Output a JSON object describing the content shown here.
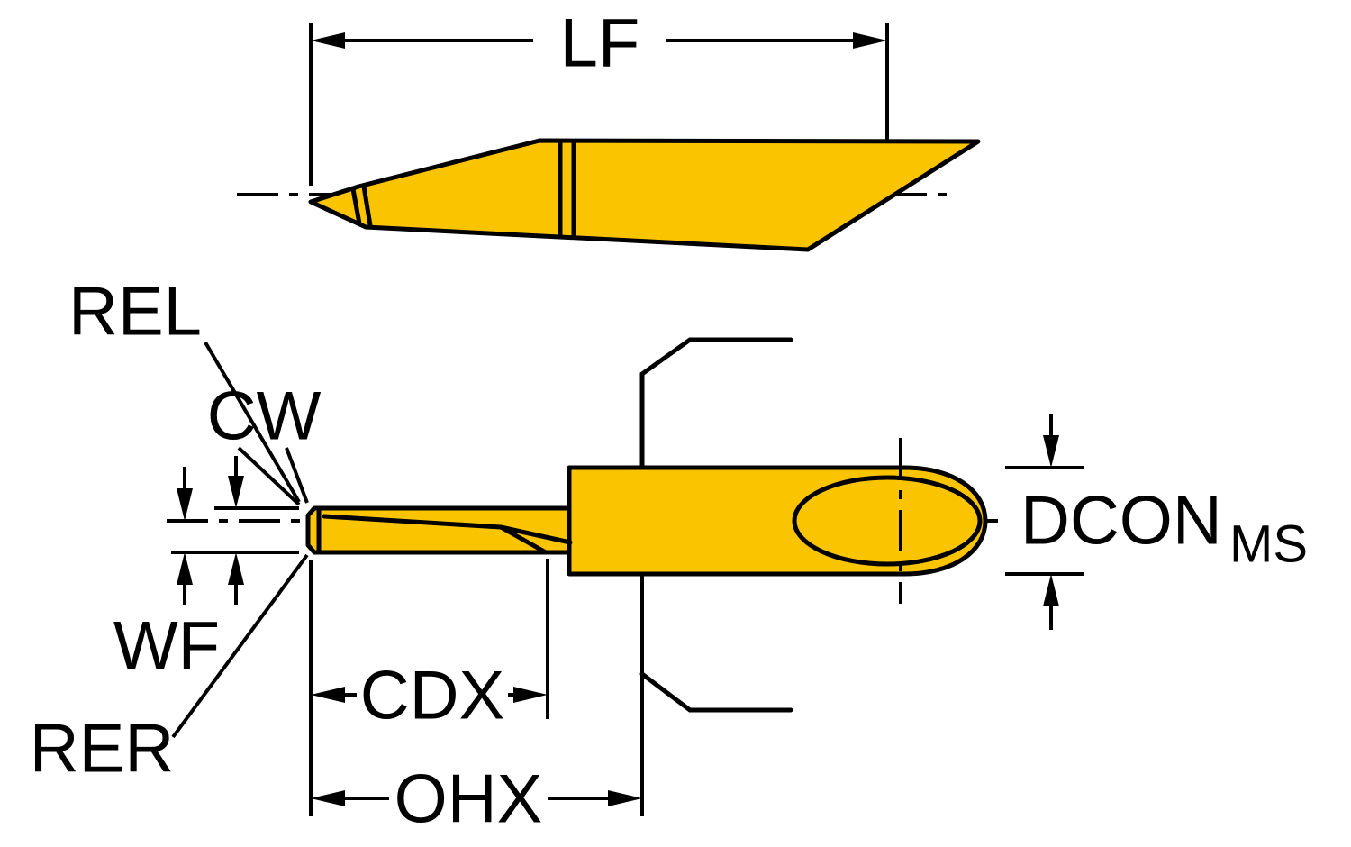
{
  "diagram": {
    "labels": {
      "lf": "LF",
      "rel": "REL",
      "cw": "CW",
      "wf": "WF",
      "rer": "RER",
      "cdx": "CDX",
      "ohx": "OHX",
      "dcon": "DCON",
      "dcon_sub": "MS"
    },
    "colors": {
      "insert_fill": "#FBC400",
      "line": "#000000",
      "background": "#FFFFFF"
    }
  }
}
